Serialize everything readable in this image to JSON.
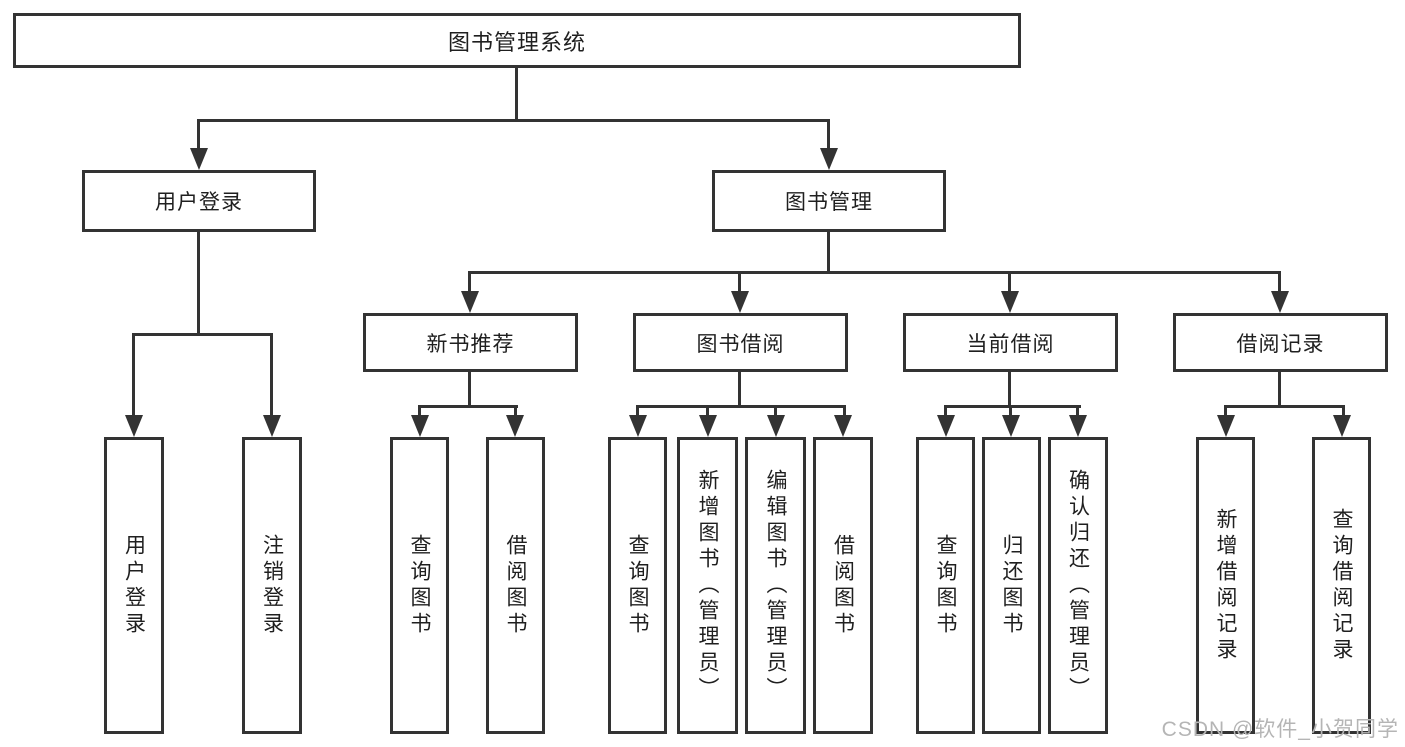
{
  "diagram": {
    "root": {
      "label": "图书管理系统"
    },
    "level2": [
      {
        "label": "用户登录",
        "children": [
          {
            "label": "用户登录"
          },
          {
            "label": "注销登录"
          }
        ]
      },
      {
        "label": "图书管理",
        "children": [
          {
            "label": "新书推荐",
            "children": [
              {
                "label": "查询图书"
              },
              {
                "label": "借阅图书"
              }
            ]
          },
          {
            "label": "图书借阅",
            "children": [
              {
                "label": "查询图书"
              },
              {
                "label": "新增图书（管理员）"
              },
              {
                "label": "编辑图书（管理员）"
              },
              {
                "label": "借阅图书"
              }
            ]
          },
          {
            "label": "当前借阅",
            "children": [
              {
                "label": "查询图书"
              },
              {
                "label": "归还图书"
              },
              {
                "label": "确认归还（管理员）"
              }
            ]
          },
          {
            "label": "借阅记录",
            "children": [
              {
                "label": "新增借阅记录"
              },
              {
                "label": "查询借阅记录"
              }
            ]
          }
        ]
      }
    ]
  },
  "watermark": {
    "text": "CSDN @软件_小贺同学"
  },
  "colors": {
    "line": "#333333",
    "node_text": "#1f1f1f",
    "watermark": "#b5b5b5",
    "background": "#ffffff"
  }
}
